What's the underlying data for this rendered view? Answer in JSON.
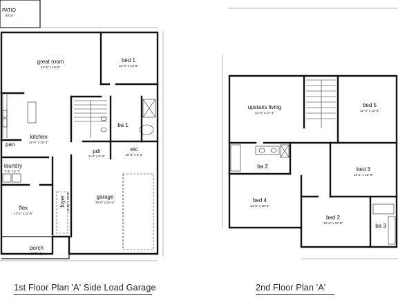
{
  "floor1": {
    "caption": "1st Floor Plan 'A' Side Load Garage",
    "patio": {
      "name": "PATIO",
      "dim": "8X10"
    },
    "rooms": {
      "great_room": {
        "name": "great room",
        "dim": "24'-6\" x 16'-0\""
      },
      "bed1": {
        "name": "bed 1",
        "dim": "12'-9\" x 13'-9\""
      },
      "ba1": {
        "name": "ba 1"
      },
      "kitchen": {
        "name": "kitchen",
        "dim": "12'-5\" x 10'-1\""
      },
      "pan": {
        "name": "pan"
      },
      "laundry": {
        "name": "laundry",
        "dim": "7'-3\" x 6'-7\""
      },
      "flex": {
        "name": "flex",
        "dim": "12'-1\" x 11'-5\""
      },
      "foyer": {
        "name": "foyer",
        "dim": "6'-10\" x 15'-4\""
      },
      "pdr": {
        "name": "pdr",
        "dim": "5'-3\" x 5'-3\""
      },
      "wic": {
        "name": "wic",
        "dim": "10'-6\" x 5'-2\""
      },
      "garage": {
        "name": "garage",
        "dim": "20'-0\" x 20'-4\""
      },
      "porch": {
        "name": "porch",
        "dim": "9'-7\" clg"
      }
    }
  },
  "floor2": {
    "caption": "2nd Floor Plan 'A'",
    "rooms": {
      "upstairs_living": {
        "name": "upstairs living",
        "dim": "14'-6\" x 17'-1\""
      },
      "bed5": {
        "name": "bed 5",
        "dim": "12'-4\" x 12'-9\""
      },
      "ba2": {
        "name": "ba 2"
      },
      "bed3": {
        "name": "bed 3",
        "dim": "11'-1\" x 13'-9\""
      },
      "bed4": {
        "name": "bed 4",
        "dim": "14'-8\" x 10'-5\""
      },
      "bed2": {
        "name": "bed 2",
        "dim": "12'-6\" x 11'-5\""
      },
      "ba3": {
        "name": "ba 3"
      }
    }
  }
}
